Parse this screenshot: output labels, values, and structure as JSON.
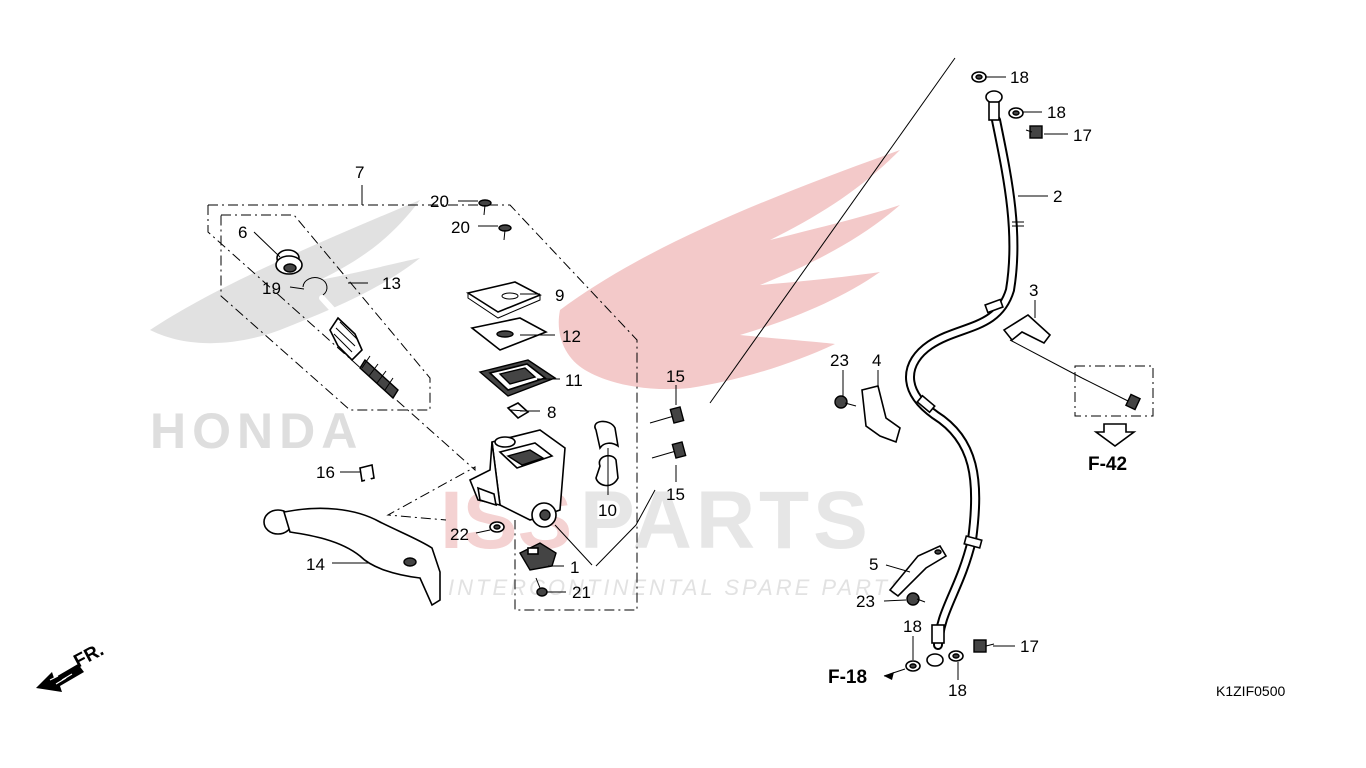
{
  "diagram": {
    "drawing_code": "K1ZIF0500",
    "direction_label": "FR.",
    "watermark": {
      "brand_text": "HONDA",
      "site_text": "PARTS",
      "site_prefix": "ISS",
      "tagline": "INTERCONTINENTAL SPARE PARTS"
    },
    "references": {
      "f42": "F-42",
      "f18": "F-18"
    },
    "callouts": {
      "c1": "1",
      "c2": "2",
      "c3": "3",
      "c4": "4",
      "c5": "5",
      "c6": "6",
      "c7": "7",
      "c8": "8",
      "c9": "9",
      "c10": "10",
      "c11": "11",
      "c12": "12",
      "c13": "13",
      "c14": "14",
      "c15": "15",
      "c16": "16",
      "c17": "17",
      "c18": "18",
      "c19": "19",
      "c20": "20",
      "c21": "21",
      "c22": "22",
      "c23": "23"
    }
  }
}
